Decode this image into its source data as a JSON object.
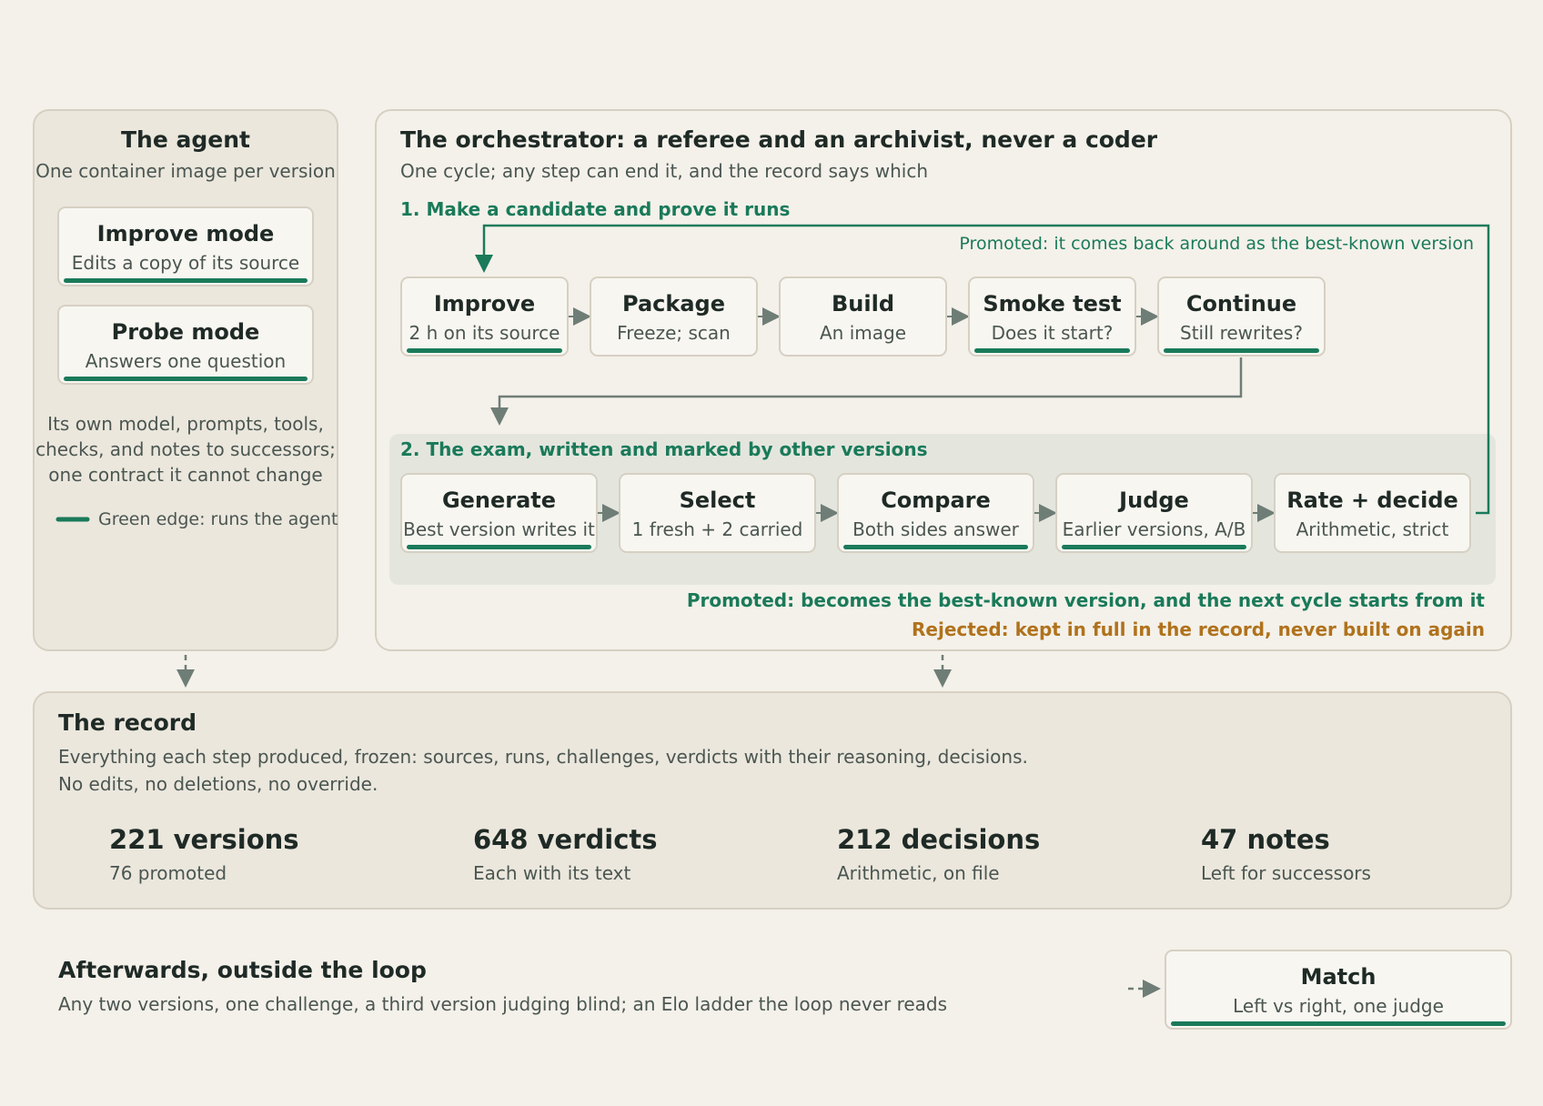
{
  "agent": {
    "title": "The agent",
    "subtitle": "One container image per version",
    "modes": [
      {
        "title": "Improve mode",
        "subtitle": "Edits a copy of its source"
      },
      {
        "title": "Probe mode",
        "subtitle": "Answers one question"
      }
    ],
    "description": [
      "Its own model, prompts, tools,",
      "checks, and notes to successors;",
      "one contract it cannot change"
    ],
    "legend": "Green edge: runs the agent"
  },
  "orchestrator": {
    "title": "The orchestrator: a referee and an archivist, never a coder",
    "subtitle": "One cycle; any step can end it, and the record says which",
    "stage1": {
      "label": "1. Make a candidate and prove it runs",
      "loop_note": "Promoted: it comes back around as the best-known version",
      "steps": [
        {
          "title": "Improve",
          "subtitle": "2 h on its source",
          "runs_agent": true
        },
        {
          "title": "Package",
          "subtitle": "Freeze; scan",
          "runs_agent": false
        },
        {
          "title": "Build",
          "subtitle": "An image",
          "runs_agent": false
        },
        {
          "title": "Smoke test",
          "subtitle": "Does it start?",
          "runs_agent": true
        },
        {
          "title": "Continue",
          "subtitle": "Still rewrites?",
          "runs_agent": true
        }
      ]
    },
    "stage2": {
      "label": "2. The exam, written and marked by other versions",
      "steps": [
        {
          "title": "Generate",
          "subtitle": "Best version writes it",
          "runs_agent": true
        },
        {
          "title": "Select",
          "subtitle": "1 fresh + 2 carried",
          "runs_agent": false
        },
        {
          "title": "Compare",
          "subtitle": "Both sides answer",
          "runs_agent": true
        },
        {
          "title": "Judge",
          "subtitle": "Earlier versions, A/B",
          "runs_agent": true
        },
        {
          "title": "Rate + decide",
          "subtitle": "Arithmetic, strict",
          "runs_agent": false
        }
      ]
    },
    "promoted": "Promoted: becomes the best-known version, and the next cycle starts from it",
    "rejected": "Rejected: kept in full in the record, never built on again"
  },
  "record": {
    "title": "The record",
    "lines": [
      "Everything each step produced, frozen: sources, runs, challenges, verdicts with their reasoning, decisions.",
      "No edits, no deletions, no override."
    ],
    "stats": [
      {
        "value": "221 versions",
        "label": "76 promoted"
      },
      {
        "value": "648 verdicts",
        "label": "Each with its text"
      },
      {
        "value": "212 decisions",
        "label": "Arithmetic, on file"
      },
      {
        "value": "47 notes",
        "label": "Left for successors"
      }
    ]
  },
  "afterwards": {
    "title": "Afterwards, outside the loop",
    "subtitle": "Any two versions, one challenge, a third version judging blind; an Elo ladder the loop never reads",
    "match": {
      "title": "Match",
      "subtitle": "Left vs right, one judge",
      "runs_agent": true
    }
  },
  "colors": {
    "accent_green": "#1a7a5a",
    "rejected_orange": "#b0721c",
    "connector_gray": "#6f7d77",
    "panel_fill": "#ebe7dd",
    "background": "#f4f1ea"
  }
}
